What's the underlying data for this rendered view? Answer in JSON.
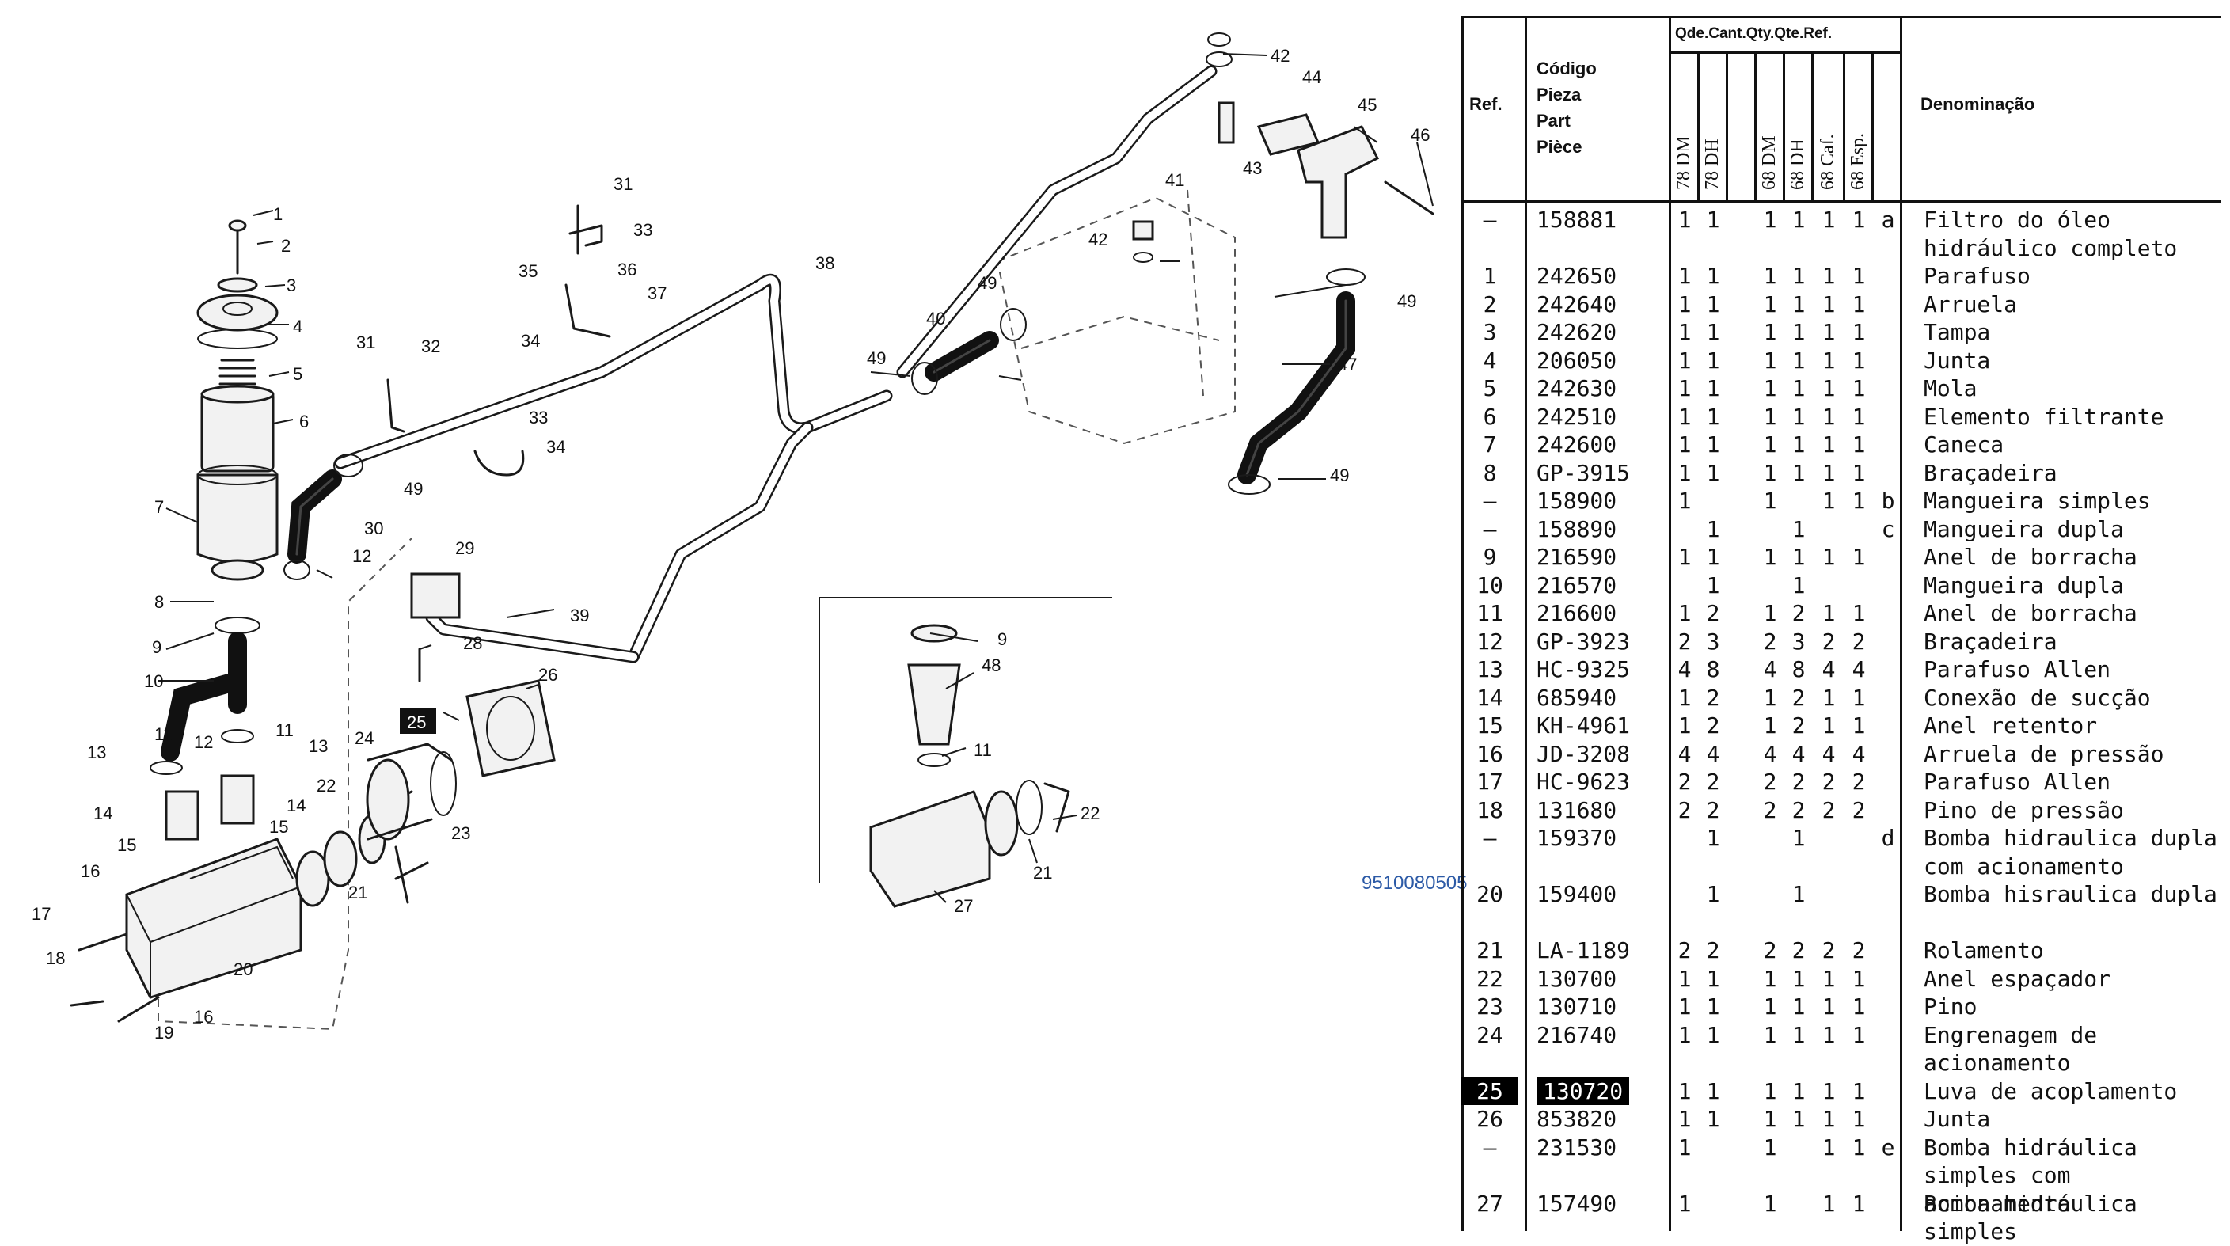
{
  "document_id": "9510080505",
  "table": {
    "header": {
      "ref": "Ref.",
      "code_lines": [
        "Código",
        "Pieza",
        "Part",
        "Pièce"
      ],
      "qty_group": "Qde.Cant.Qty.Qte.Ref.",
      "qty_columns": [
        "78 DM",
        "78 DH",
        "68 DM",
        "68 DH",
        "68 Caf.",
        "68 Esp."
      ],
      "description": "Denominação"
    },
    "rows": [
      {
        "ref": "–",
        "code": "158881",
        "q": [
          "1",
          "1",
          "1",
          "1",
          "1",
          "1"
        ],
        "note": "a",
        "description": "Filtro do óleo hidráulico completo",
        "highlight": false
      },
      {
        "ref": "1",
        "code": "242650",
        "q": [
          "1",
          "1",
          "1",
          "1",
          "1",
          "1"
        ],
        "note": "",
        "description": "Parafuso",
        "highlight": false
      },
      {
        "ref": "2",
        "code": "242640",
        "q": [
          "1",
          "1",
          "1",
          "1",
          "1",
          "1"
        ],
        "note": "",
        "description": "Arruela",
        "highlight": false
      },
      {
        "ref": "3",
        "code": "242620",
        "q": [
          "1",
          "1",
          "1",
          "1",
          "1",
          "1"
        ],
        "note": "",
        "description": "Tampa",
        "highlight": false
      },
      {
        "ref": "4",
        "code": "206050",
        "q": [
          "1",
          "1",
          "1",
          "1",
          "1",
          "1"
        ],
        "note": "",
        "description": "Junta",
        "highlight": false
      },
      {
        "ref": "5",
        "code": "242630",
        "q": [
          "1",
          "1",
          "1",
          "1",
          "1",
          "1"
        ],
        "note": "",
        "description": "Mola",
        "highlight": false
      },
      {
        "ref": "6",
        "code": "242510",
        "q": [
          "1",
          "1",
          "1",
          "1",
          "1",
          "1"
        ],
        "note": "",
        "description": "Elemento filtrante",
        "highlight": false
      },
      {
        "ref": "7",
        "code": "242600",
        "q": [
          "1",
          "1",
          "1",
          "1",
          "1",
          "1"
        ],
        "note": "",
        "description": "Caneca",
        "highlight": false
      },
      {
        "ref": "8",
        "code": "GP-3915",
        "q": [
          "1",
          "1",
          "1",
          "1",
          "1",
          "1"
        ],
        "note": "",
        "description": "Braçadeira",
        "highlight": false
      },
      {
        "ref": "–",
        "code": "158900",
        "q": [
          "1",
          "",
          "1",
          "",
          "1",
          "1"
        ],
        "note": "b",
        "description": "Mangueira simples",
        "highlight": false
      },
      {
        "ref": "–",
        "code": "158890",
        "q": [
          "",
          "1",
          "",
          "1",
          "",
          ""
        ],
        "note": "c",
        "description": "Mangueira dupla",
        "highlight": false
      },
      {
        "ref": "9",
        "code": "216590",
        "q": [
          "1",
          "1",
          "1",
          "1",
          "1",
          "1"
        ],
        "note": "",
        "description": "Anel de borracha",
        "highlight": false
      },
      {
        "ref": "10",
        "code": "216570",
        "q": [
          "",
          "1",
          "",
          "1",
          "",
          ""
        ],
        "note": "",
        "description": "Mangueira dupla",
        "highlight": false
      },
      {
        "ref": "11",
        "code": "216600",
        "q": [
          "1",
          "2",
          "1",
          "2",
          "1",
          "1"
        ],
        "note": "",
        "description": "Anel de borracha",
        "highlight": false
      },
      {
        "ref": "12",
        "code": "GP-3923",
        "q": [
          "2",
          "3",
          "2",
          "3",
          "2",
          "2"
        ],
        "note": "",
        "description": "Braçadeira",
        "highlight": false
      },
      {
        "ref": "13",
        "code": "HC-9325",
        "q": [
          "4",
          "8",
          "4",
          "8",
          "4",
          "4"
        ],
        "note": "",
        "description": "Parafuso Allen",
        "highlight": false
      },
      {
        "ref": "14",
        "code": "685940",
        "q": [
          "1",
          "2",
          "1",
          "2",
          "1",
          "1"
        ],
        "note": "",
        "description": "Conexão de sucção",
        "highlight": false
      },
      {
        "ref": "15",
        "code": "KH-4961",
        "q": [
          "1",
          "2",
          "1",
          "2",
          "1",
          "1"
        ],
        "note": "",
        "description": "Anel retentor",
        "highlight": false
      },
      {
        "ref": "16",
        "code": "JD-3208",
        "q": [
          "4",
          "4",
          "4",
          "4",
          "4",
          "4"
        ],
        "note": "",
        "description": "Arruela de pressão",
        "highlight": false
      },
      {
        "ref": "17",
        "code": "HC-9623",
        "q": [
          "2",
          "2",
          "2",
          "2",
          "2",
          "2"
        ],
        "note": "",
        "description": "Parafuso Allen",
        "highlight": false
      },
      {
        "ref": "18",
        "code": "131680",
        "q": [
          "2",
          "2",
          "2",
          "2",
          "2",
          "2"
        ],
        "note": "",
        "description": "Pino de pressão",
        "highlight": false
      },
      {
        "ref": "–",
        "code": "159370",
        "q": [
          "",
          "1",
          "",
          "1",
          "",
          ""
        ],
        "note": "d",
        "description": "Bomba hidraulica dupla com acionamento",
        "highlight": false
      },
      {
        "ref": "20",
        "code": "159400",
        "q": [
          "",
          "1",
          "",
          "1",
          "",
          ""
        ],
        "note": "",
        "description": "Bomba hisraulica dupla",
        "highlight": false
      },
      {
        "ref": "21",
        "code": "LA-1189",
        "q": [
          "2",
          "2",
          "2",
          "2",
          "2",
          "2"
        ],
        "note": "",
        "description": "Rolamento",
        "highlight": false
      },
      {
        "ref": "22",
        "code": "130700",
        "q": [
          "1",
          "1",
          "1",
          "1",
          "1",
          "1"
        ],
        "note": "",
        "description": "Anel espaçador",
        "highlight": false
      },
      {
        "ref": "23",
        "code": "130710",
        "q": [
          "1",
          "1",
          "1",
          "1",
          "1",
          "1"
        ],
        "note": "",
        "description": "Pino",
        "highlight": false
      },
      {
        "ref": "24",
        "code": "216740",
        "q": [
          "1",
          "1",
          "1",
          "1",
          "1",
          "1"
        ],
        "note": "",
        "description": "Engrenagem de acionamento",
        "highlight": false
      },
      {
        "ref": "25",
        "code": "130720",
        "q": [
          "1",
          "1",
          "1",
          "1",
          "1",
          "1"
        ],
        "note": "",
        "description": "Luva de acoplamento",
        "highlight": true
      },
      {
        "ref": "26",
        "code": "853820",
        "q": [
          "1",
          "1",
          "1",
          "1",
          "1",
          "1"
        ],
        "note": "",
        "description": "Junta",
        "highlight": false
      },
      {
        "ref": "–",
        "code": "231530",
        "q": [
          "1",
          "",
          "1",
          "",
          "1",
          "1"
        ],
        "note": "e",
        "description": "Bomba hidráulica simples com acionamento",
        "highlight": false
      },
      {
        "ref": "27",
        "code": "157490",
        "q": [
          "1",
          "",
          "1",
          "",
          "1",
          "1"
        ],
        "note": "",
        "description": "Bomba hidráulica simples",
        "highlight": false
      }
    ]
  },
  "diagram": {
    "callouts": [
      "1",
      "2",
      "3",
      "4",
      "5",
      "6",
      "7",
      "8",
      "9",
      "10",
      "11",
      "11",
      "12",
      "12",
      "13",
      "13",
      "14",
      "15",
      "15",
      "16",
      "16",
      "17",
      "18",
      "19",
      "20",
      "21",
      "22",
      "23",
      "24",
      "25",
      "26",
      "28",
      "29",
      "30",
      "31",
      "31",
      "32",
      "33",
      "33",
      "34",
      "34",
      "35",
      "36",
      "37",
      "38",
      "39",
      "40",
      "41",
      "42",
      "42",
      "43",
      "44",
      "45",
      "46",
      "47",
      "48",
      "49",
      "49",
      "49",
      "49",
      "49",
      "9",
      "11",
      "21",
      "22",
      "27",
      "14"
    ],
    "highlighted_callout": "25"
  }
}
